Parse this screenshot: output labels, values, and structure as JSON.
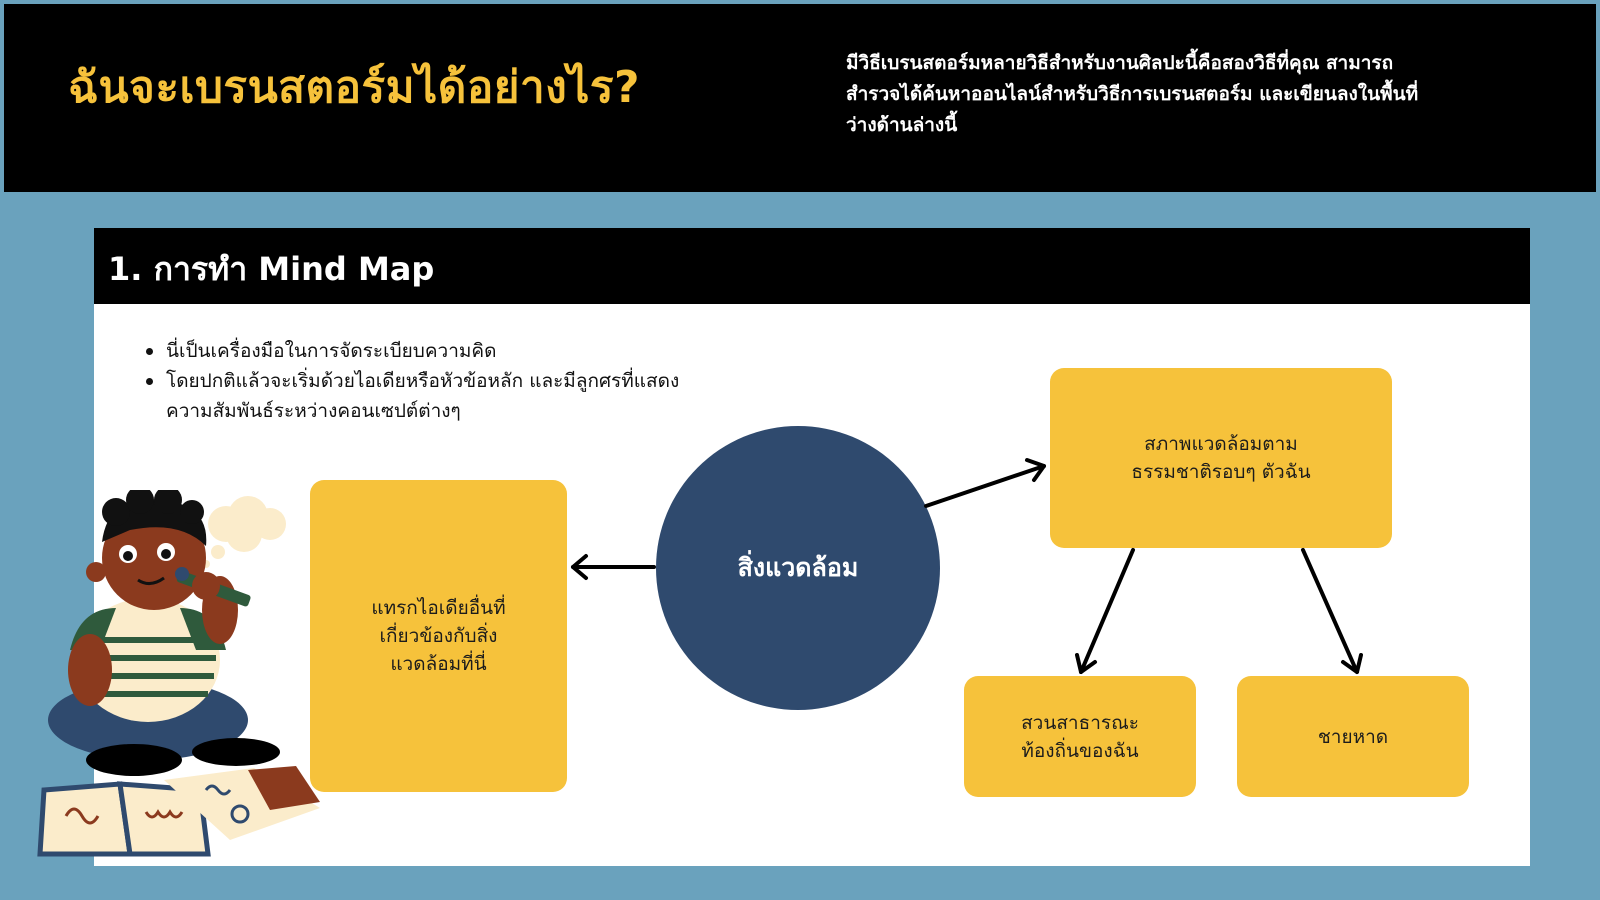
{
  "header": {
    "title": "ฉันจะเบรนสตอร์มได้อย่างไร?",
    "intro": "มีวิธีเบรนสตอร์มหลายวิธีสำหรับงานศิลปะนี้คือสองวิธีที่คุณ สามารถสำรวจได้ค้นหาออนไลน์สำหรับวิธีการเบรนสตอร์ม และเขียนลงในพื้นที่ว่างด้านล่างนี้"
  },
  "section": {
    "title": "1. การทำ Mind Map",
    "bullets": [
      "นี่เป็นเครื่องมือในการจัดระเบียบความคิด",
      "โดยปกติแล้วจะเริ่มด้วยไอเดียหรือหัวข้อหลัก และมีลูกศรที่แสดงความสัมพันธ์ระหว่างคอนเซปต์ต่างๆ"
    ]
  },
  "mindmap": {
    "center": "สิ่งแวดล้อม",
    "left_box": "แทรกไอเดียอื่นที่\nเกี่ยวข้องกับสิ่ง\nแวดล้อมที่นี่",
    "top_right_box": "สภาพแวดล้อมตาม\nธรรมชาติรอบๆ ตัวฉัน",
    "bottom_mid_box": "สวนสาธารณะ\nท้องถิ่นของฉัน",
    "bottom_right_box": "ชายหาด"
  },
  "colors": {
    "background": "#6aa2bd",
    "accent_yellow": "#f6c23b",
    "hub_navy": "#2f4a6e",
    "header_black": "#000000"
  },
  "icons": [
    "arrow-icon",
    "child-thinking-illustration"
  ]
}
